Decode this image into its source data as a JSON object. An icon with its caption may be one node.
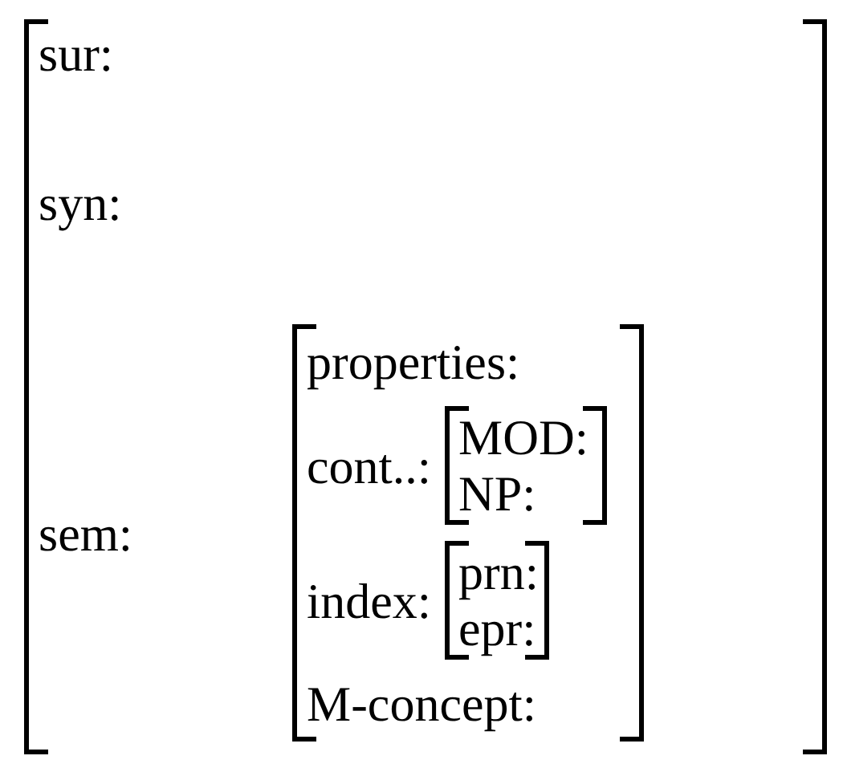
{
  "diagram": {
    "nodes": [
      {
        "text": [
          "sur:",
          "syn:",
          "sem:"
        ]
      },
      {
        "text": [
          "properties:",
          "cont..:",
          "index:",
          "M-concept:"
        ],
        "in": 0
      },
      {
        "text": [
          "MOD:",
          "NP:"
        ],
        "in": 1
      },
      {
        "text": [
          "prn:",
          "epr:"
        ],
        "in": 1
      }
    ]
  }
}
